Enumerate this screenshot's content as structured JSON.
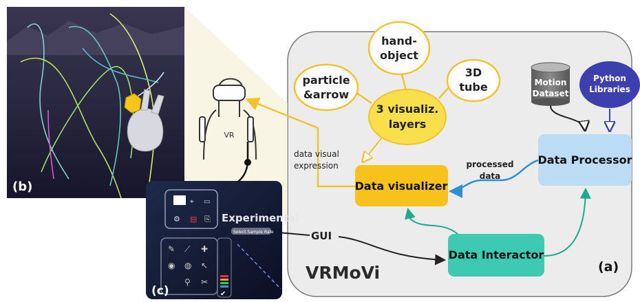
{
  "system": {
    "name": "VRMoVi"
  },
  "panel_labels": {
    "a": "(a)",
    "b": "(b)",
    "c": "(c)"
  },
  "layers": {
    "hand_object": [
      "hand-",
      "object"
    ],
    "particle_arrow": [
      "particle",
      "&arrow"
    ],
    "tube": [
      "3D",
      "tube"
    ],
    "center": [
      "3 visualiz.",
      "layers"
    ]
  },
  "nodes": {
    "motion_dataset": [
      "Motion",
      "Dataset"
    ],
    "python_libraries": [
      "Python",
      "Libraries"
    ],
    "data_processor": "Data Processor",
    "data_visualizer": "Data visualizer",
    "data_interactor": "Data Interactor"
  },
  "edge_labels": {
    "processed_data": [
      "processed",
      "data"
    ],
    "data_visual_expression": [
      "data visual",
      "expression"
    ],
    "gui": "GUI"
  },
  "headset_label": "VR",
  "menu": {
    "title": "Experimental",
    "sublabel": "Select Sample Rate"
  },
  "colors": {
    "yellow_outline": "#f2c230",
    "yellow_fill": "#f9e04a",
    "visualizer": "#f7c21b",
    "interactor": "#3ec9b3",
    "processor": "#bcdcf6",
    "python": "#3d3fae",
    "teal_arrow": "#1aab8f",
    "blue_arrow": "#2e8fd6"
  }
}
